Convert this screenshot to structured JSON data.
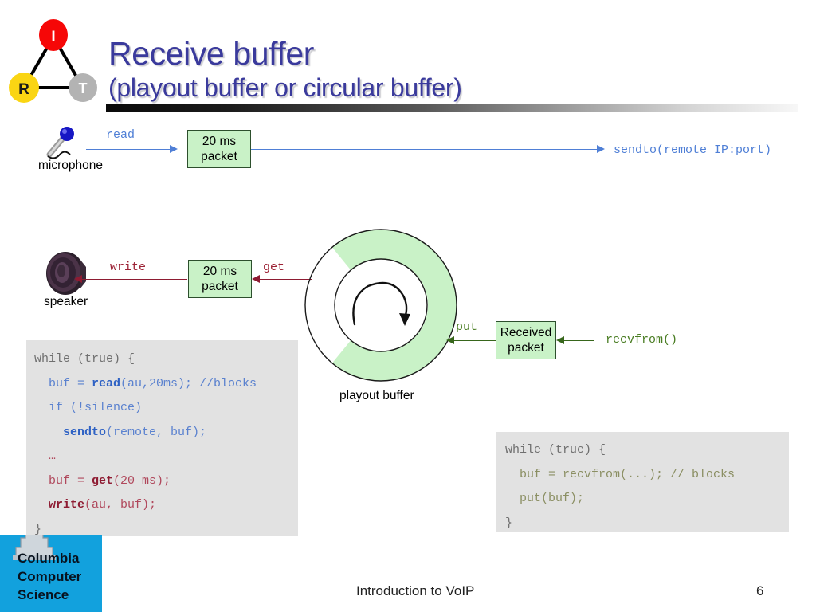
{
  "slide": {
    "title_main": "Receive buffer",
    "title_sub": "(playout buffer or circular buffer)",
    "title_color": "#3a3a9c"
  },
  "logo": {
    "node_top": "I",
    "node_left": "R",
    "node_right": "T",
    "color_top": "#f60707",
    "color_left": "#fad513",
    "color_right": "#b3b3b3"
  },
  "diagram": {
    "send_path": {
      "device_label": "microphone",
      "op_label": "read",
      "packet_line1": "20 ms",
      "packet_line2": "packet",
      "endpoint_label": "sendto(remote IP:port)",
      "color": "#4f7fd6"
    },
    "play_path": {
      "device_label": "speaker",
      "op_label": "write",
      "packet_line1": "20 ms",
      "packet_line2": "packet",
      "get_label": "get",
      "color": "#9c2235"
    },
    "recv_path": {
      "put_label": "put",
      "packet_line1": "Received",
      "packet_line2": "packet",
      "endpoint_label": "recvfrom()",
      "color": "#4a7d23"
    },
    "buffer": {
      "caption": "playout buffer",
      "fill_color": "#c9f2c7",
      "stroke_color": "#1a1a1a"
    }
  },
  "code_left": {
    "lines": [
      [
        {
          "t": "while (true) {",
          "c": "c-gray"
        }
      ],
      [
        {
          "t": "  buf = ",
          "c": "c-blue"
        },
        {
          "t": "read",
          "c": "c-blueb"
        },
        {
          "t": "(au,20ms); //blocks",
          "c": "c-blue"
        }
      ],
      [
        {
          "t": "  if (!silence)",
          "c": "c-blue"
        }
      ],
      [
        {
          "t": "    ",
          "c": "c-blue"
        },
        {
          "t": "sendto",
          "c": "c-blueb"
        },
        {
          "t": "(remote, buf);",
          "c": "c-blue"
        }
      ],
      [
        {
          "t": "  …",
          "c": "c-red"
        }
      ],
      [
        {
          "t": "  buf = ",
          "c": "c-red"
        },
        {
          "t": "get",
          "c": "c-redb"
        },
        {
          "t": "(20 ms);",
          "c": "c-red"
        }
      ],
      [
        {
          "t": "  ",
          "c": "c-red"
        },
        {
          "t": "write",
          "c": "c-redb"
        },
        {
          "t": "(au, buf);",
          "c": "c-red"
        }
      ],
      [
        {
          "t": "}",
          "c": "c-gray"
        }
      ]
    ]
  },
  "code_right": {
    "lines": [
      [
        {
          "t": "while (true) {",
          "c": "c-gray"
        }
      ],
      [
        {
          "t": "  buf = recvfrom(...); // blocks",
          "c": "c-olive"
        }
      ],
      [
        {
          "t": "  put(buf);",
          "c": "c-olive"
        }
      ],
      [
        {
          "t": "}",
          "c": "c-gray"
        }
      ]
    ]
  },
  "footer": {
    "title": "Introduction to VoIP",
    "page": "6"
  },
  "columbia_logo": {
    "line1": "Columbia",
    "line2": "Computer",
    "line3": "Science",
    "bg_color": "#12a1dd"
  }
}
